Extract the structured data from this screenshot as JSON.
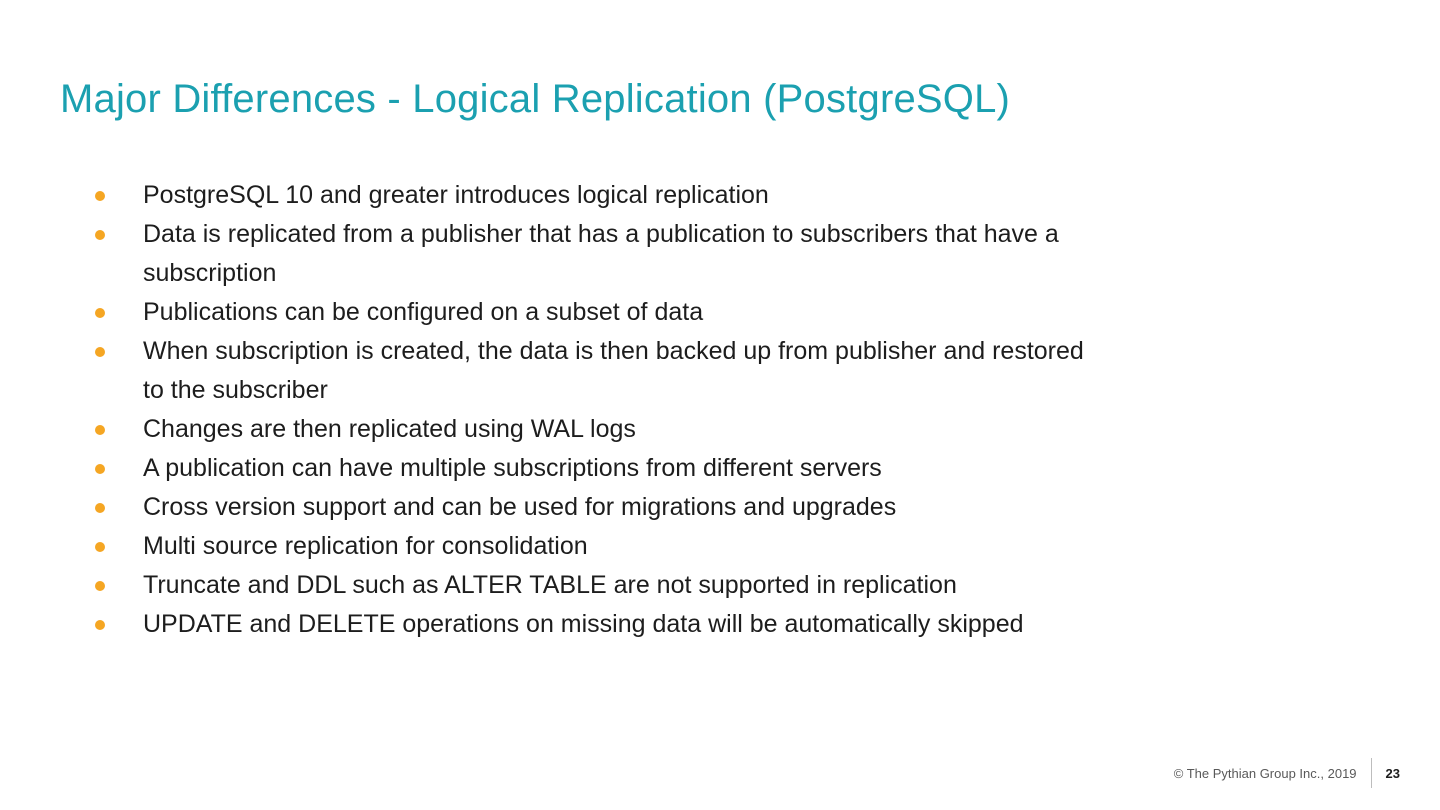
{
  "slide": {
    "title": "Major Differences - Logical Replication (PostgreSQL)",
    "bullets": [
      "PostgreSQL 10 and greater introduces logical replication",
      "Data is replicated from a publisher that has a publication to subscribers that have a subscription",
      "Publications can be configured on a subset of data",
      "When subscription is created, the data is then backed up from publisher and restored to the subscriber",
      "Changes are then replicated using WAL logs",
      "A publication can have multiple subscriptions from different servers",
      "Cross version support and can be used for migrations and upgrades",
      "Multi source replication for consolidation",
      "Truncate and DDL such as ALTER TABLE are not supported in replication",
      "UPDATE and DELETE operations on missing data will be automatically skipped"
    ],
    "colors": {
      "title": "#1BA0B0",
      "bullet": "#F5A623"
    },
    "footer": {
      "copyright": "© The Pythian Group Inc., 2019",
      "page_number": "23"
    }
  }
}
